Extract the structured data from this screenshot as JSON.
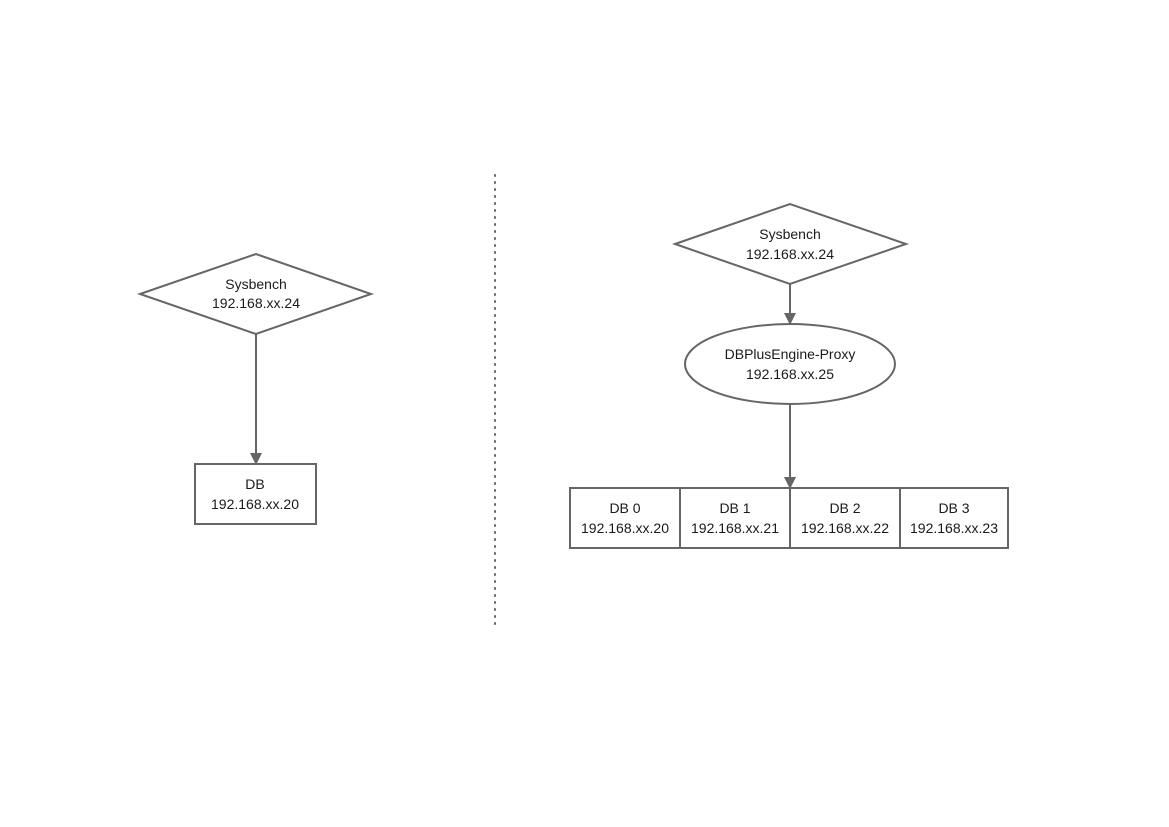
{
  "left": {
    "sysbench": {
      "name": "Sysbench",
      "ip": "192.168.xx.24"
    },
    "db": {
      "name": "DB",
      "ip": "192.168.xx.20"
    }
  },
  "right": {
    "sysbench": {
      "name": "Sysbench",
      "ip": "192.168.xx.24"
    },
    "proxy": {
      "name": "DBPlusEngine-Proxy",
      "ip": "192.168.xx.25"
    },
    "dbs": [
      {
        "name": "DB 0",
        "ip": "192.168.xx.20"
      },
      {
        "name": "DB 1",
        "ip": "192.168.xx.21"
      },
      {
        "name": "DB 2",
        "ip": "192.168.xx.22"
      },
      {
        "name": "DB 3",
        "ip": "192.168.xx.23"
      }
    ]
  },
  "colors": {
    "stroke": "#666666",
    "text": "#1a1a1a"
  }
}
